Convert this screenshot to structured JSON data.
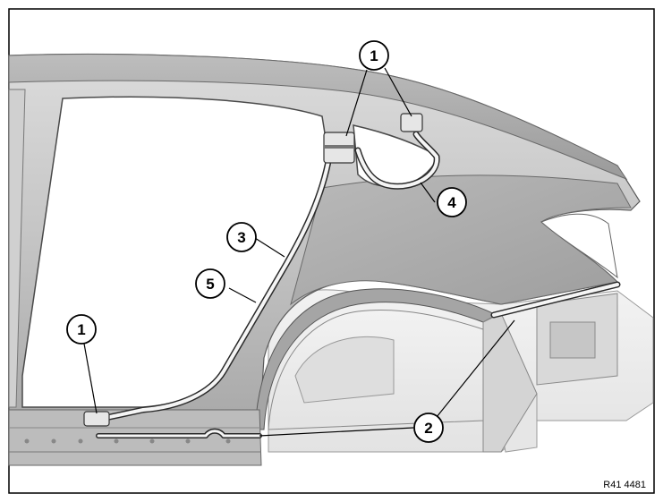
{
  "diagram": {
    "reference_code": "R41 4481",
    "callouts": [
      {
        "id": "c1_top",
        "label": "1"
      },
      {
        "id": "c1_bottom",
        "label": "1"
      },
      {
        "id": "c2",
        "label": "2"
      },
      {
        "id": "c3",
        "label": "3"
      },
      {
        "id": "c4",
        "label": "4"
      },
      {
        "id": "c5",
        "label": "5"
      }
    ]
  },
  "colors": {
    "panel_light": "#cfcfcf",
    "panel_mid": "#b5b5b5",
    "panel_dark": "#8e8e8e",
    "background": "#ffffff",
    "outline": "#000000"
  }
}
